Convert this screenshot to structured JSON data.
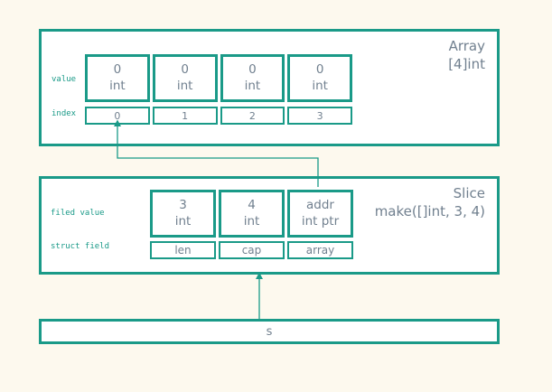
{
  "colors": {
    "teal": "#1a9a88",
    "text": "#71808f",
    "background": "#fdf9ee",
    "box_bg": "#ffffff"
  },
  "array": {
    "title": "Array",
    "subtitle": "[4]int",
    "value_label": "value",
    "index_label": "index",
    "value_cells": [
      {
        "value": "0",
        "type": "int"
      },
      {
        "value": "0",
        "type": "int"
      },
      {
        "value": "0",
        "type": "int"
      },
      {
        "value": "0",
        "type": "int"
      }
    ],
    "index_cells": [
      "0",
      "1",
      "2",
      "3"
    ]
  },
  "slice": {
    "title": "Slice",
    "subtitle": "make([]int, 3, 4)",
    "field_value_label": "filed value",
    "struct_field_label": "struct field",
    "field_cells": [
      {
        "value": "3",
        "type": "int"
      },
      {
        "value": "4",
        "type": "int"
      },
      {
        "value": "addr",
        "type": "int ptr"
      }
    ],
    "struct_cells": [
      "len",
      "cap",
      "array"
    ]
  },
  "variable": {
    "label": "s"
  },
  "connectors": [
    {
      "name": "addr-to-array-index-0",
      "description": "arrow from slice addr field up to array index 0"
    },
    {
      "name": "s-to-slice",
      "description": "arrow from variable s up to slice box"
    }
  ]
}
